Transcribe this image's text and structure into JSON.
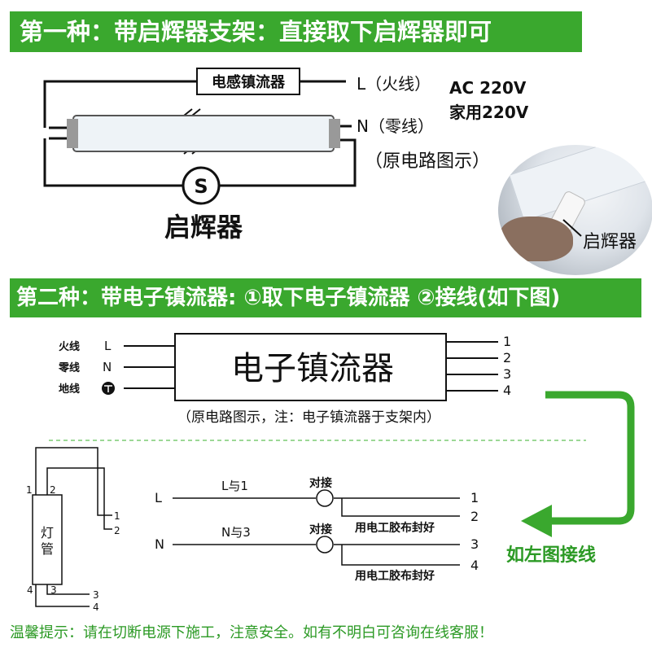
{
  "section1": {
    "title": "第一种：带启辉器支架：直接取下启辉器即可",
    "ballast_label": "电感镇流器",
    "live_label": "L（火线）",
    "neutral_label": "N（零线）",
    "ac_line1": "AC  220V",
    "ac_line2": "家用220V",
    "caption": "（原电路图示）",
    "starter_symbol": "S",
    "starter_label": "启辉器",
    "photo_label": "启辉器"
  },
  "section2": {
    "title": "第二种：带电子镇流器: ①取下电子镇流器 ②接线(如下图)",
    "left_inputs": [
      {
        "name": "火线",
        "symbol": "L"
      },
      {
        "name": "零线",
        "symbol": "N"
      },
      {
        "name": "地线",
        "symbol": "⏚"
      }
    ],
    "box_label": "电子镇流器",
    "outputs": [
      "1",
      "2",
      "3",
      "4"
    ],
    "caption": "（原电路图示，注：电子镇流器于支架内）",
    "tube_label": "灯管",
    "tube_pins_top": [
      "1",
      "2"
    ],
    "tube_pins_bottom": [
      "4",
      "3"
    ],
    "tube_leads": [
      "1",
      "2",
      "3",
      "4"
    ],
    "wiring": {
      "row1": {
        "input": "L",
        "pair": "L与1",
        "join": "对接",
        "out_a": "1",
        "out_b": "2",
        "tape": "用电工胶布封好"
      },
      "row2": {
        "input": "N",
        "pair": "N与3",
        "join": "对接",
        "out_a": "3",
        "out_b": "4",
        "tape": "用电工胶布封好"
      }
    },
    "arrow_note": "如左图接线"
  },
  "warning": "温馨提示：请在切断电源下施工，注意安全。如有不明白可咨询在线客服！",
  "colors": {
    "accent": "#3aa82e",
    "note_text": "#2c9a25",
    "line": "#111111"
  }
}
